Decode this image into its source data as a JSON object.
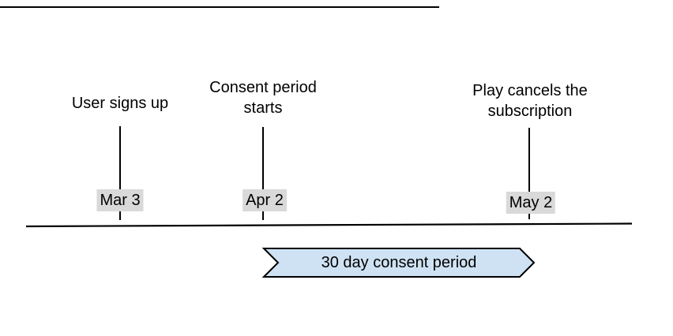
{
  "page": {
    "background": "#ffffff"
  },
  "timeline": {
    "events": [
      {
        "id": "user-signs-up",
        "label": "User signs up",
        "date": "Mar 3"
      },
      {
        "id": "consent-period-starts",
        "label": "Consent period starts",
        "date": "Apr 2"
      },
      {
        "id": "play-cancels",
        "label": "Play cancels the subscription",
        "date": "May 2"
      }
    ],
    "banner": {
      "label": "30 day consent period",
      "fill": "#cfe2f3",
      "stroke": "#000000"
    },
    "colors": {
      "date_badge_bg": "#d9d9d9",
      "line": "#000000",
      "text": "#000000"
    }
  }
}
